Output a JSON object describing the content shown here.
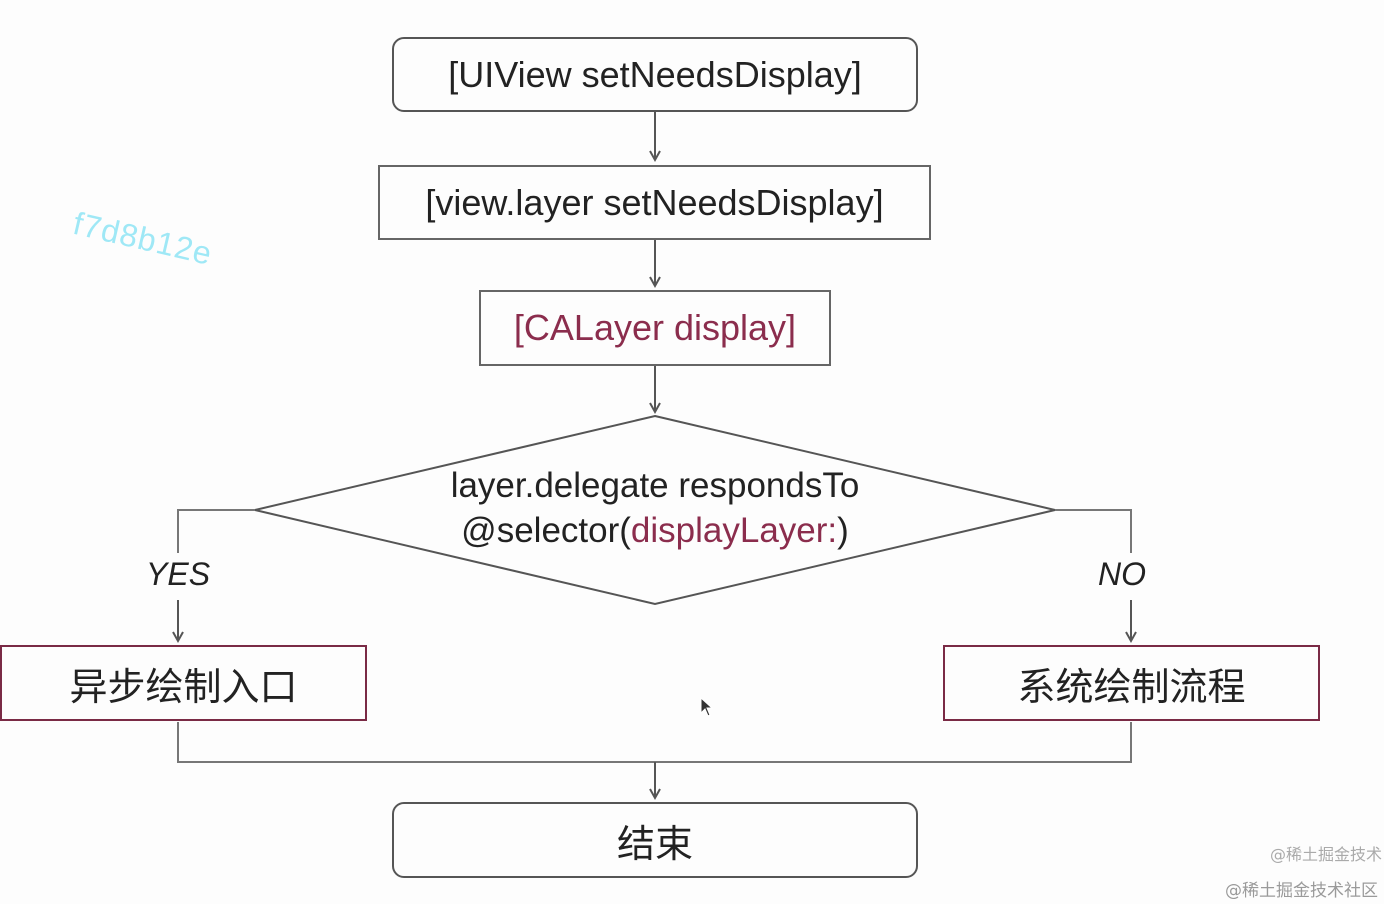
{
  "nodes": {
    "start": "[UIView setNeedsDisplay]",
    "layer_set": "[view.layer setNeedsDisplay]",
    "ca_display": "[CALayer display]",
    "decision_line1": "layer.delegate respondsTo",
    "decision_line2_prefix": "@selector(",
    "decision_line2_accent": "displayLayer:",
    "decision_line2_suffix": ")",
    "async_entry": "异步绘制入口",
    "system_flow": "系统绘制流程",
    "end": "结束"
  },
  "branches": {
    "yes": "YES",
    "no": "NO"
  },
  "watermarks": {
    "hash": "f7d8b12e",
    "site_1": "@稀土掘金技术",
    "site_2": "@稀土掘金技术社区"
  },
  "colors": {
    "line": "#555555",
    "accent": "#8b2d4d",
    "hash_watermark": "#9fe8f6"
  }
}
